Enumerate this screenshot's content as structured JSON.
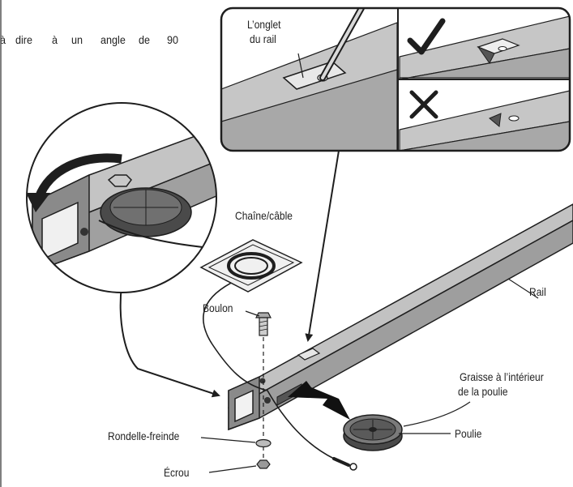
{
  "text_fragment": [
    "à",
    "dire",
    "à",
    "un",
    "angle",
    "de",
    "90"
  ],
  "labels": {
    "tab": [
      "L’onglet",
      "du rail"
    ],
    "chain": "Chaîne/câble",
    "rail": "Rail",
    "bolt": "Boulon",
    "grease": [
      "Graisse à l’intérieur",
      "de la poulie"
    ],
    "pulley": "Poulie",
    "lock_washer": "Rondelle-freinde",
    "nut": "Écrou"
  },
  "colors": {
    "outline": "#1e1e1e",
    "rail_top": "#c8c8c8",
    "rail_front": "#a4a4a4",
    "rail_end": "#8a8a8a",
    "panel_bg": "#d4d4d4",
    "dark": "#3a3a3a"
  },
  "icons": {
    "correct": "check-mark-icon",
    "incorrect": "cross-mark-icon",
    "direction": "curved-arrow-icon"
  }
}
